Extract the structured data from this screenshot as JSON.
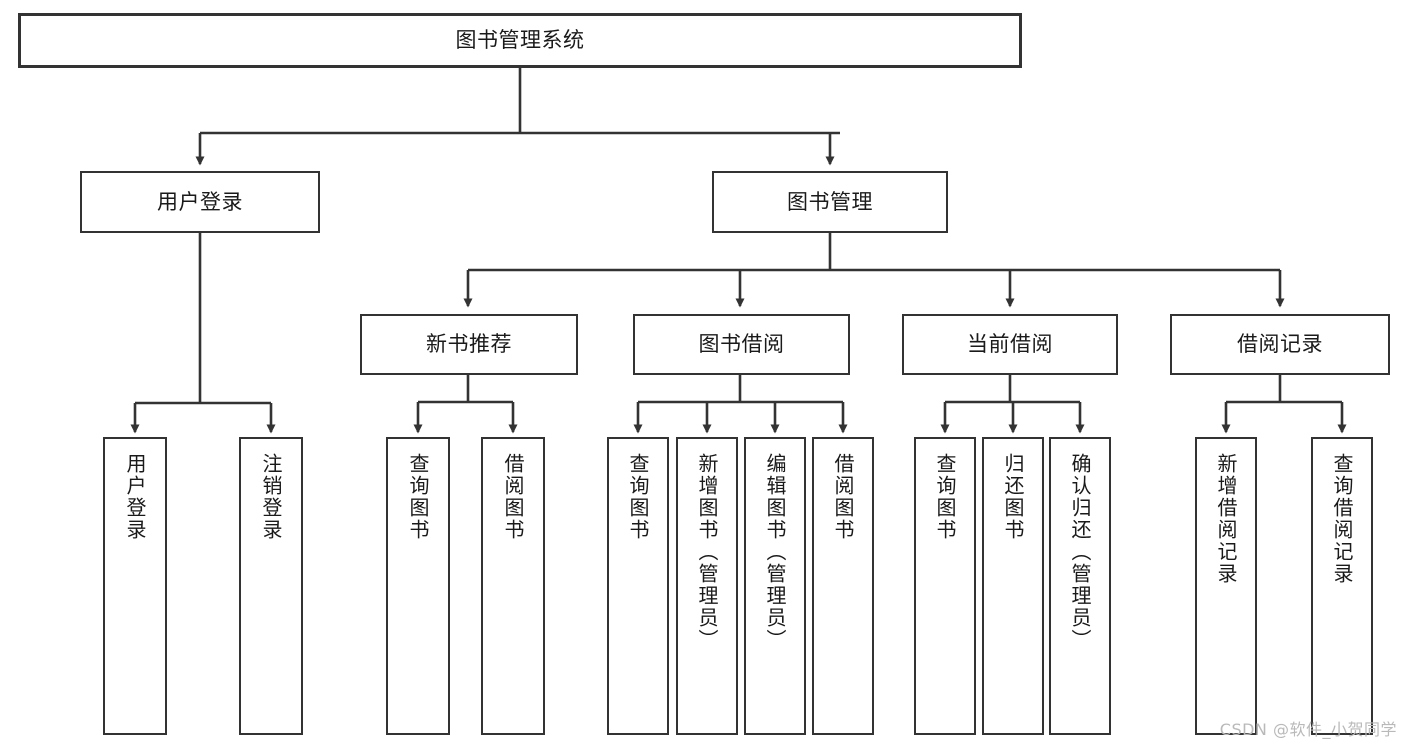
{
  "diagram": {
    "title": "图书管理系统",
    "watermark": "CSDN @软件_小贺同学",
    "colors": {
      "background": "#ffffff",
      "box_border": "#333333",
      "text": "#1a1a1a",
      "connector": "#333333",
      "watermark": "#b9b9b9"
    },
    "nodes": {
      "root": {
        "label": "图书管理系统"
      },
      "level2": [
        {
          "label": "用户登录"
        },
        {
          "label": "图书管理"
        }
      ],
      "level3": [
        {
          "label": "新书推荐"
        },
        {
          "label": "图书借阅"
        },
        {
          "label": "当前借阅"
        },
        {
          "label": "借阅记录"
        }
      ],
      "leaves": {
        "user_login": [
          {
            "label": "用户登录"
          },
          {
            "label": "注销登录"
          }
        ],
        "new_book_recommend": [
          {
            "label": "查询图书"
          },
          {
            "label": "借阅图书"
          }
        ],
        "book_borrow": [
          {
            "label": "查询图书"
          },
          {
            "label": "新增图书（管理员）"
          },
          {
            "label": "编辑图书（管理员）"
          },
          {
            "label": "借阅图书"
          }
        ],
        "current_borrow": [
          {
            "label": "查询图书"
          },
          {
            "label": "归还图书"
          },
          {
            "label": "确认归还（管理员）"
          }
        ],
        "borrow_record": [
          {
            "label": "新增借阅记录"
          },
          {
            "label": "查询借阅记录"
          }
        ]
      }
    }
  }
}
